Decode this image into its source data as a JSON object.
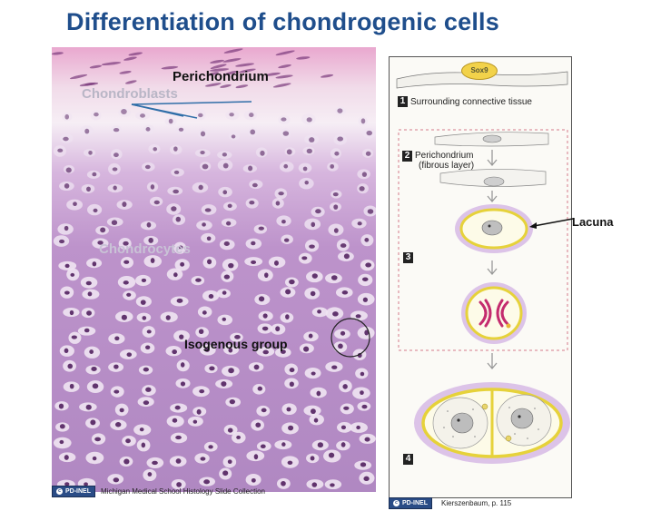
{
  "title": "Differentiation of chondrogenic cells",
  "micrograph": {
    "labels": {
      "perichondrium": "Perichondrium",
      "chondroblasts": "Chondroblasts",
      "chondrocytes": "Chondrocytes",
      "isogenous_group": "Isogenous group"
    },
    "credit": {
      "badge": "PD-INEL",
      "text": "Michigan Medical School Histology Slide Collection"
    }
  },
  "diagram": {
    "marker": "Sox9",
    "steps": [
      {
        "number": "1",
        "text": "Surrounding connective tissue"
      },
      {
        "number": "2",
        "text": "Perichondrium",
        "subtext": "(fibrous layer)"
      },
      {
        "number": "3",
        "text": ""
      },
      {
        "number": "4",
        "text": ""
      }
    ],
    "lacuna_label": "Lacuna",
    "credit": {
      "badge": "PD-INEL",
      "text": "Kierszenbaum, p. 115"
    }
  },
  "colors": {
    "title": "#1f4e8c",
    "tissue": "#b98fc7",
    "nucleus": "#5a2a66",
    "lacuna_ring": "#e6d23a",
    "matrix_halo": "#dcc3e8",
    "dashed_box": "#d47a8a"
  }
}
